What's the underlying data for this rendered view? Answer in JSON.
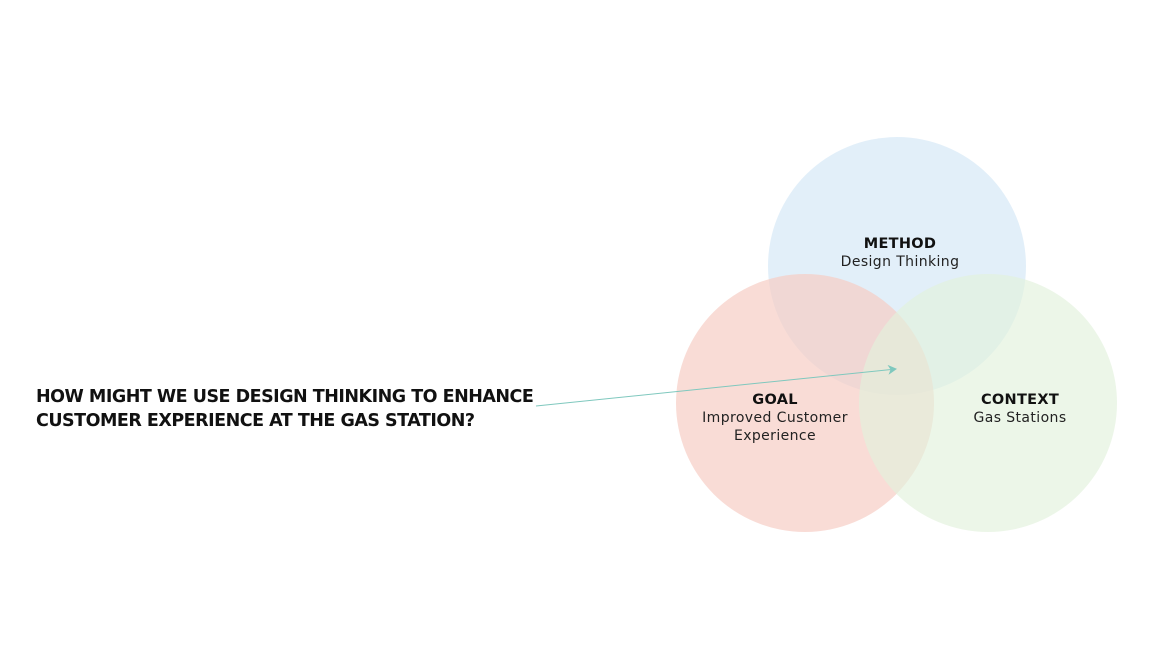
{
  "question": {
    "line1": "HOW MIGHT WE USE DESIGN THINKING TO ENHANCE",
    "line2": "CUSTOMER EXPERIENCE AT THE GAS STATION?"
  },
  "venn": {
    "method": {
      "heading": "METHOD",
      "text": "Design Thinking",
      "color": "#d3e6f6"
    },
    "goal": {
      "heading": "GOAL",
      "text_line1": "Improved Customer",
      "text_line2": "Experience",
      "color": "#f7cdc5"
    },
    "context": {
      "heading": "CONTEXT",
      "text": "Gas Stations",
      "color": "#e2f1dc"
    },
    "arrow_color": "#7fc8be"
  }
}
